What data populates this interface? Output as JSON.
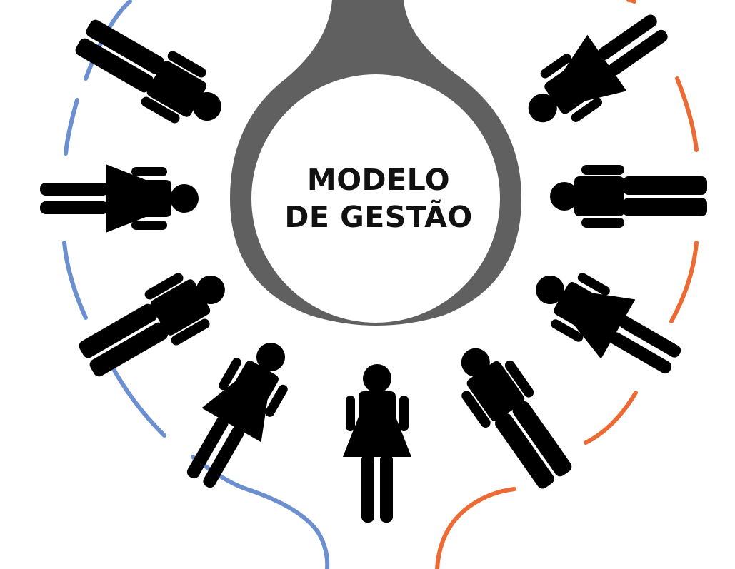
{
  "diagram": {
    "center": {
      "line1": "MODELO",
      "line2": "DE GESTÃO"
    },
    "people": [
      {
        "id": "top-left",
        "figure": "man"
      },
      {
        "id": "left",
        "figure": "woman"
      },
      {
        "id": "lower-left",
        "figure": "man"
      },
      {
        "id": "bottom-left",
        "figure": "woman"
      },
      {
        "id": "bottom",
        "figure": "woman"
      },
      {
        "id": "bottom-right",
        "figure": "man"
      },
      {
        "id": "lower-right",
        "figure": "woman"
      },
      {
        "id": "right",
        "figure": "man"
      },
      {
        "id": "top-right",
        "figure": "woman"
      }
    ],
    "colors": {
      "left_arc": "#6b8fcf",
      "right_arc": "#ec6a34",
      "hub": "#606060",
      "figures": "#000000",
      "text": "#111111"
    }
  }
}
